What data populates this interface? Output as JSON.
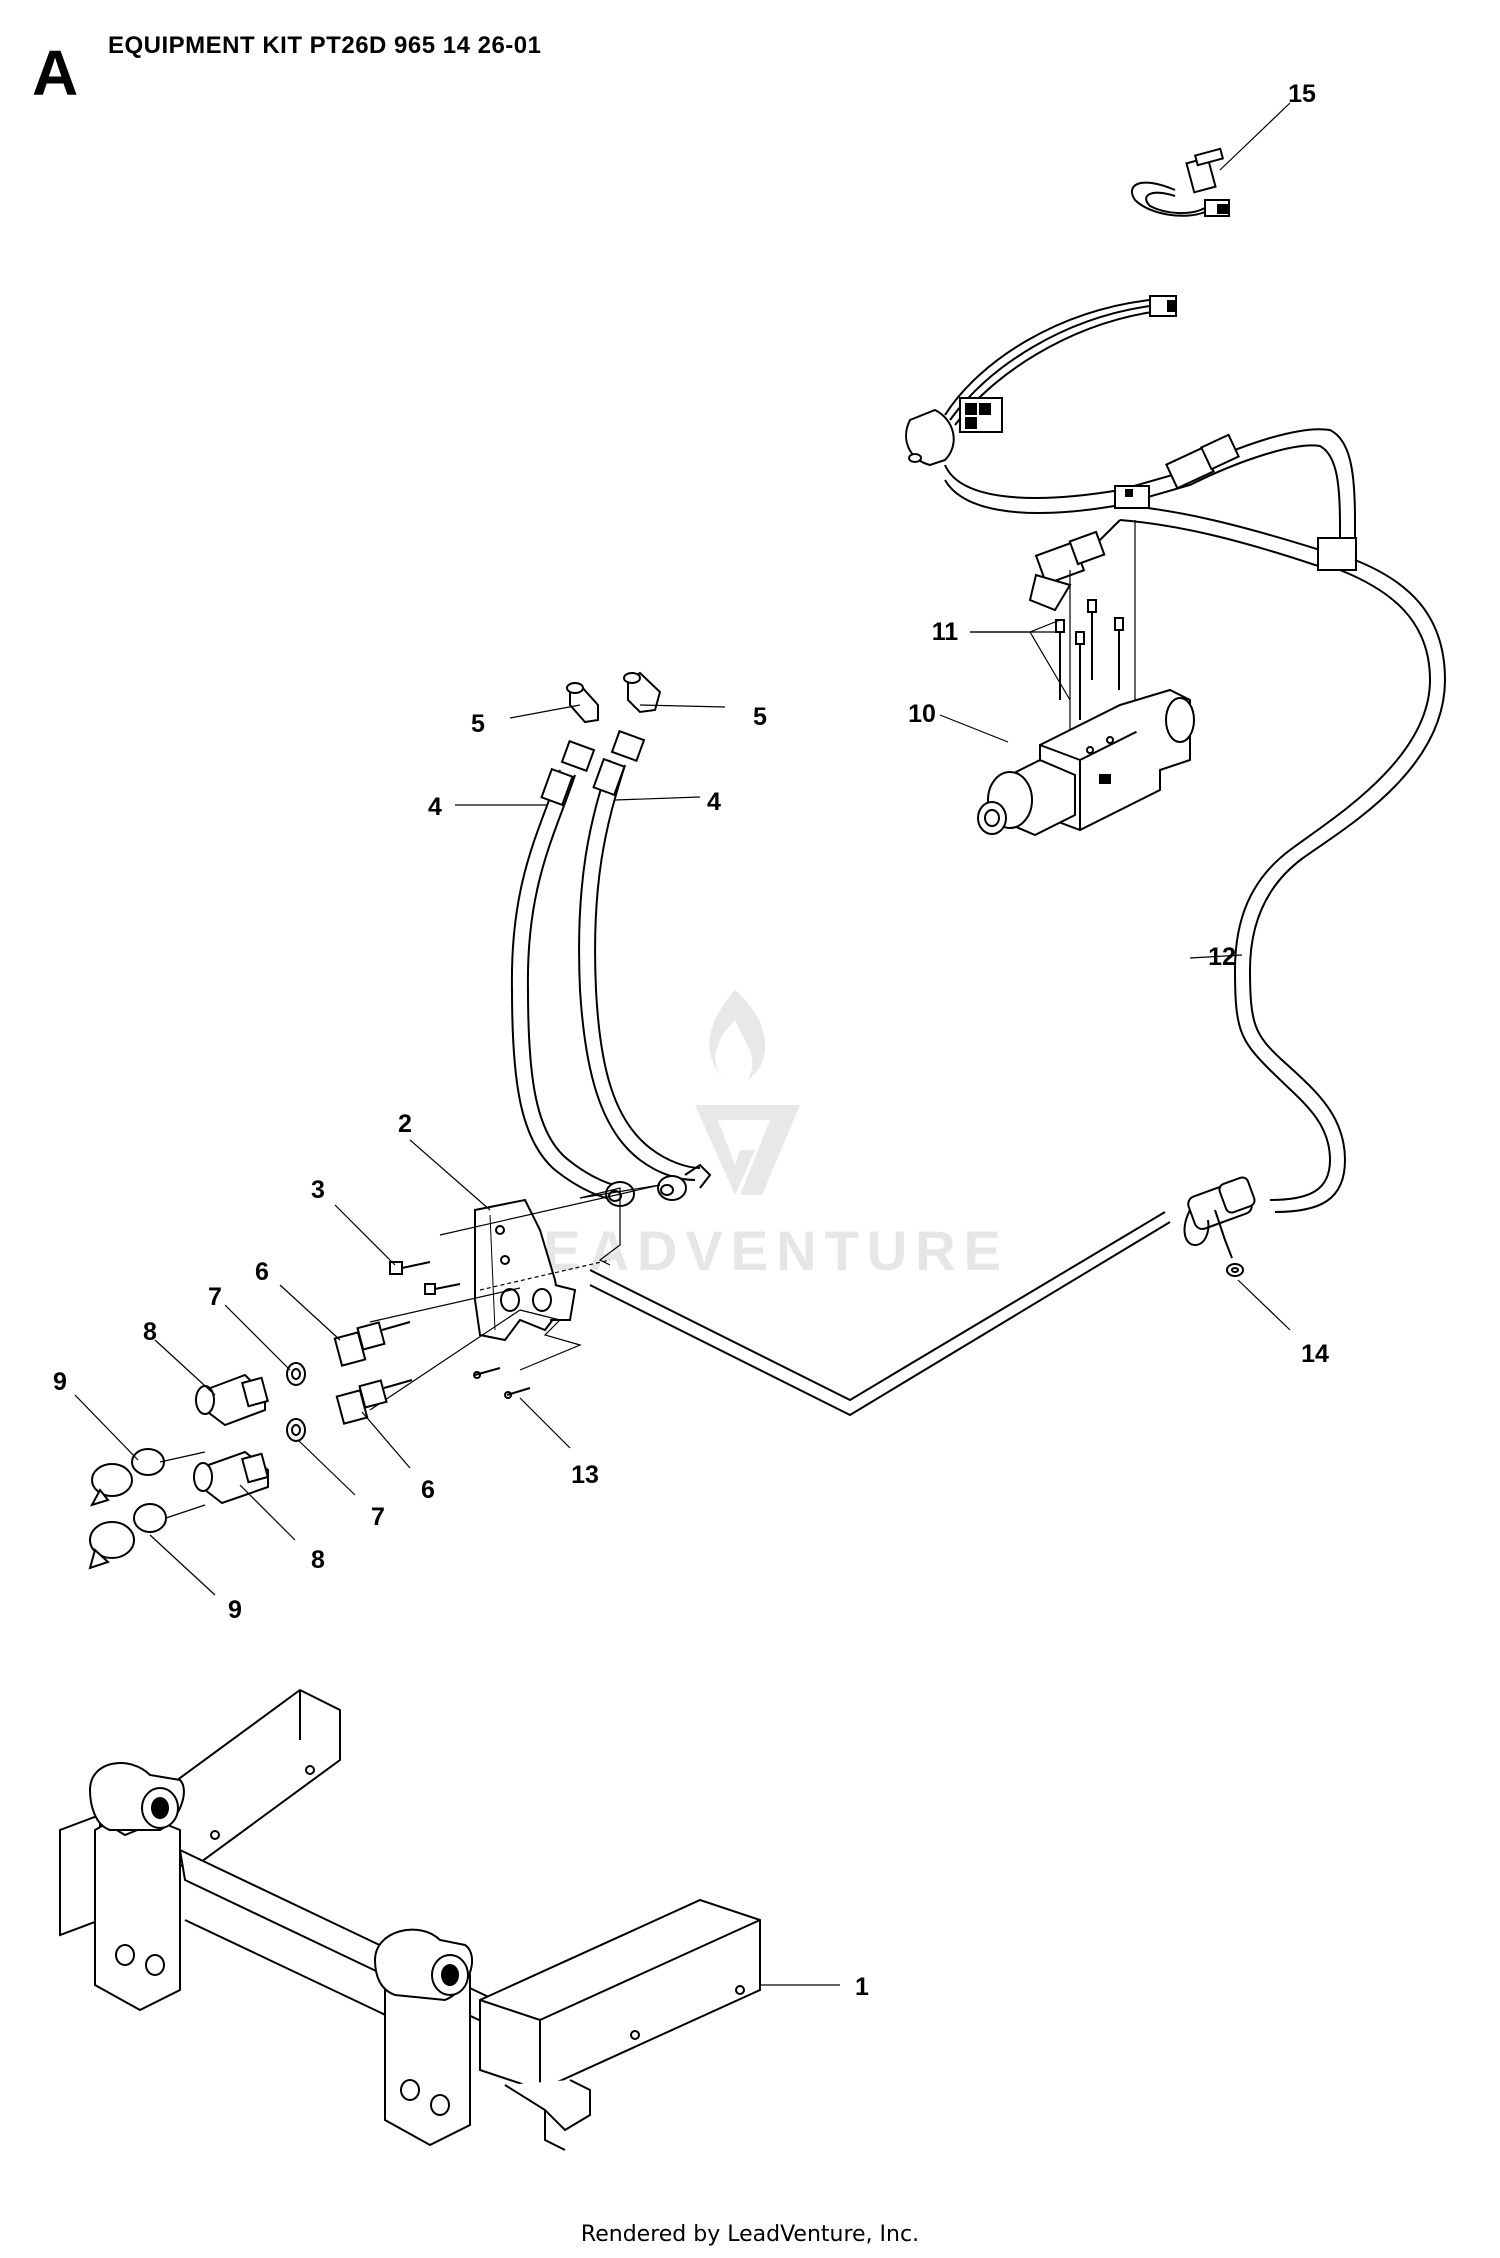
{
  "header": {
    "section_letter": "A",
    "title": "EQUIPMENT KIT PT26D 965 14 26-01"
  },
  "watermark": {
    "text": "LEADVENTURE"
  },
  "callouts": [
    {
      "id": "c15",
      "label": "15",
      "part": "wire harness connector"
    },
    {
      "id": "c11",
      "label": "11",
      "part": "screws"
    },
    {
      "id": "c10",
      "label": "10",
      "part": "valve solenoid"
    },
    {
      "id": "c5a",
      "label": "5",
      "part": "elbow fitting"
    },
    {
      "id": "c5b",
      "label": "5",
      "part": "elbow fitting"
    },
    {
      "id": "c4a",
      "label": "4",
      "part": "hydraulic hose"
    },
    {
      "id": "c4b",
      "label": "4",
      "part": "hydraulic hose"
    },
    {
      "id": "c12",
      "label": "12",
      "part": "wire harness"
    },
    {
      "id": "c2",
      "label": "2",
      "part": "bracket"
    },
    {
      "id": "c3",
      "label": "3",
      "part": "bolt"
    },
    {
      "id": "c6a",
      "label": "6",
      "part": "adapter"
    },
    {
      "id": "c6b",
      "label": "6",
      "part": "adapter"
    },
    {
      "id": "c7a",
      "label": "7",
      "part": "washer"
    },
    {
      "id": "c7b",
      "label": "7",
      "part": "washer"
    },
    {
      "id": "c8a",
      "label": "8",
      "part": "quick coupler"
    },
    {
      "id": "c8b",
      "label": "8",
      "part": "quick coupler"
    },
    {
      "id": "c9a",
      "label": "9",
      "part": "dust cap"
    },
    {
      "id": "c9b",
      "label": "9",
      "part": "dust cap"
    },
    {
      "id": "c13",
      "label": "13",
      "part": "cotter pin"
    },
    {
      "id": "c14",
      "label": "14",
      "part": "nut"
    },
    {
      "id": "c1",
      "label": "1",
      "part": "hitch frame"
    }
  ],
  "footer": {
    "text": "Rendered by LeadVenture, Inc."
  }
}
